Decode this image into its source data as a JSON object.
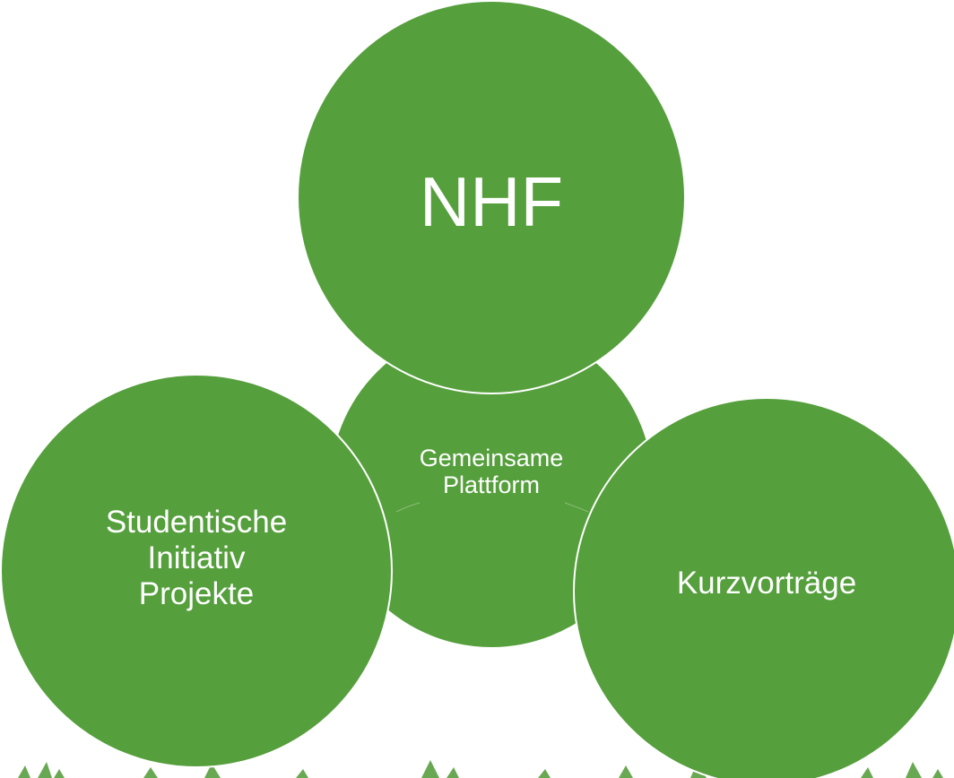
{
  "diagram": {
    "center": {
      "label": "Gemeinsame\nPlattform"
    },
    "top": {
      "label": "NHF"
    },
    "left": {
      "label": "Studentische\nInitiativ\nProjekte"
    },
    "right": {
      "label": "Kurzvorträge"
    }
  },
  "colors": {
    "circle_fill": "#559f3c",
    "circle_border": "#ffffff",
    "text": "#ffffff",
    "background": "#ffffff",
    "foliage": "#4f9a35"
  }
}
